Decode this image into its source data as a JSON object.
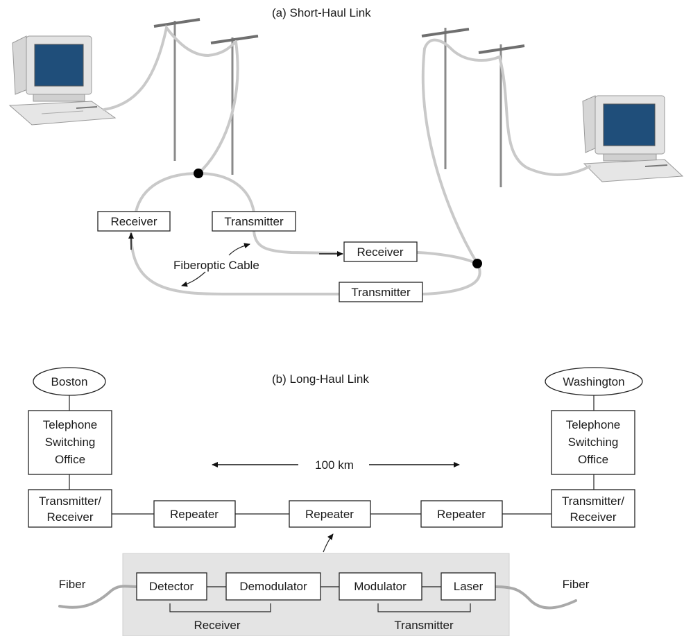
{
  "short_haul": {
    "title": "(a) Short-Haul Link",
    "receiver_left": "Receiver",
    "transmitter_left": "Transmitter",
    "receiver_right": "Receiver",
    "transmitter_right": "Transmitter",
    "fiber_label": "Fiberoptic Cable"
  },
  "long_haul": {
    "title": "(b) Long-Haul Link",
    "city_left": "Boston",
    "city_right": "Washington",
    "office_line1": "Telephone",
    "office_line2": "Switching",
    "office_line3": "Office",
    "trx_line1": "Transmitter/",
    "trx_line2": "Receiver",
    "repeater": "Repeater",
    "distance": "100 km",
    "detector": "Detector",
    "demodulator": "Demodulator",
    "modulator": "Modulator",
    "laser": "Laser",
    "fiber": "Fiber",
    "receiver_group": "Receiver",
    "transmitter_group": "Transmitter"
  }
}
